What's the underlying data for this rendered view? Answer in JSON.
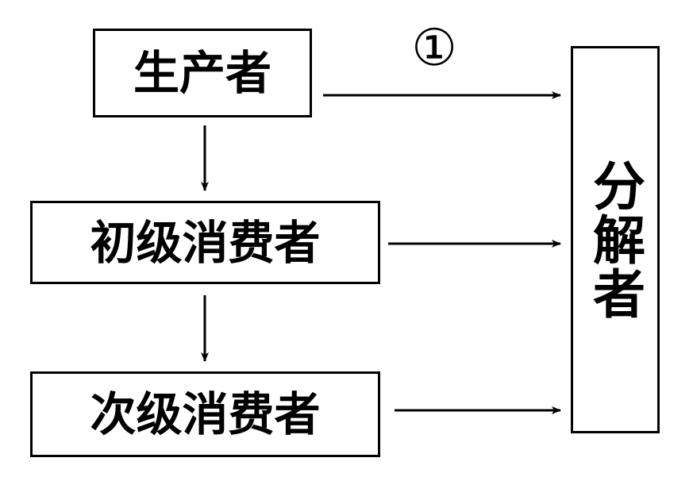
{
  "diagram": {
    "nodes": {
      "producer": "生产者",
      "primary_consumer": "初级消费者",
      "secondary_consumer": "次级消费者",
      "decomposer": "分解者"
    },
    "edge_label": "①",
    "edges": [
      {
        "from": "producer",
        "to": "primary_consumer"
      },
      {
        "from": "primary_consumer",
        "to": "secondary_consumer"
      },
      {
        "from": "producer",
        "to": "decomposer",
        "label": "①"
      },
      {
        "from": "primary_consumer",
        "to": "decomposer"
      },
      {
        "from": "secondary_consumer",
        "to": "decomposer"
      }
    ],
    "colors": {
      "stroke": "#000000",
      "background": "#ffffff"
    }
  }
}
